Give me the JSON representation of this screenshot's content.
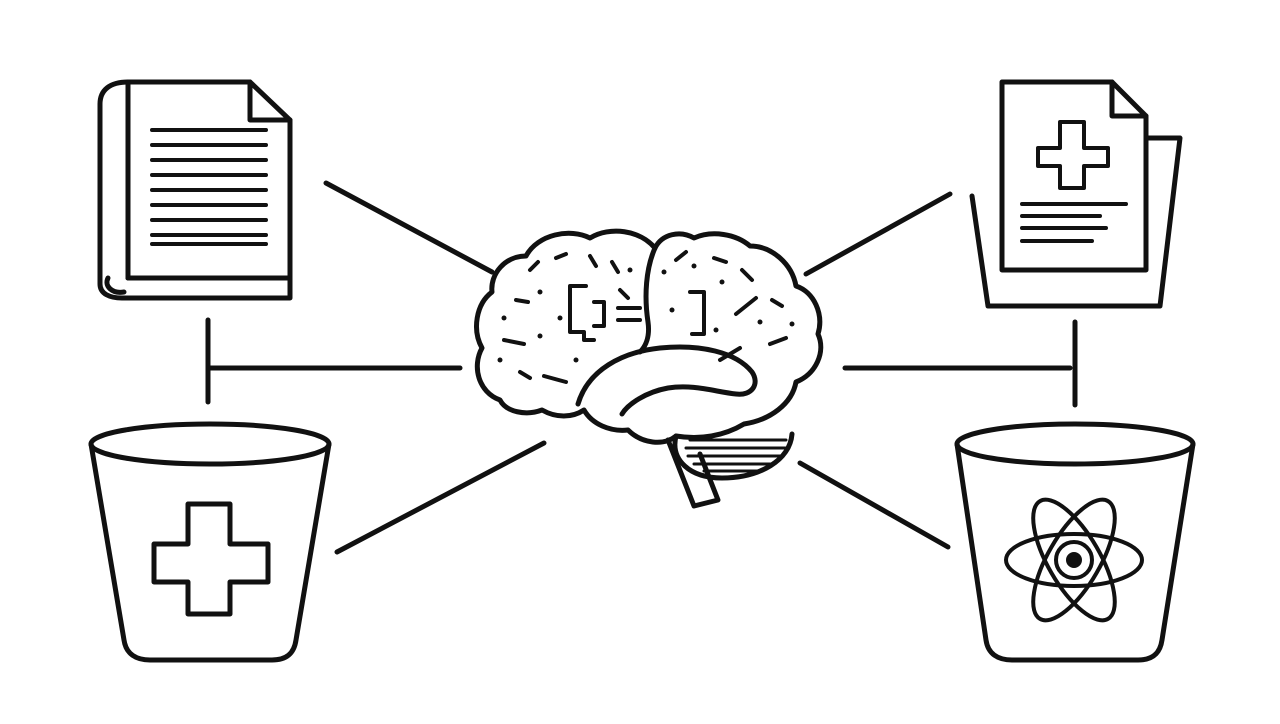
{
  "diagram": {
    "nodes": [
      {
        "id": "brain",
        "icon": "brain-icon"
      },
      {
        "id": "book",
        "icon": "book-icon"
      },
      {
        "id": "medical-records",
        "icon": "medical-document-folder-icon"
      },
      {
        "id": "medical-bucket",
        "icon": "medical-cross-bucket-icon"
      },
      {
        "id": "science-bucket",
        "icon": "atom-bucket-icon"
      }
    ],
    "connections": [
      {
        "from": "brain",
        "to": "book"
      },
      {
        "from": "brain",
        "to": "medical-records"
      },
      {
        "from": "brain",
        "to": "medical-bucket"
      },
      {
        "from": "brain",
        "to": "science-bucket"
      },
      {
        "from": "book",
        "to": "medical-bucket"
      },
      {
        "from": "medical-records",
        "to": "science-bucket"
      }
    ]
  },
  "colors": {
    "stroke": "#111111",
    "background": "#ffffff"
  }
}
